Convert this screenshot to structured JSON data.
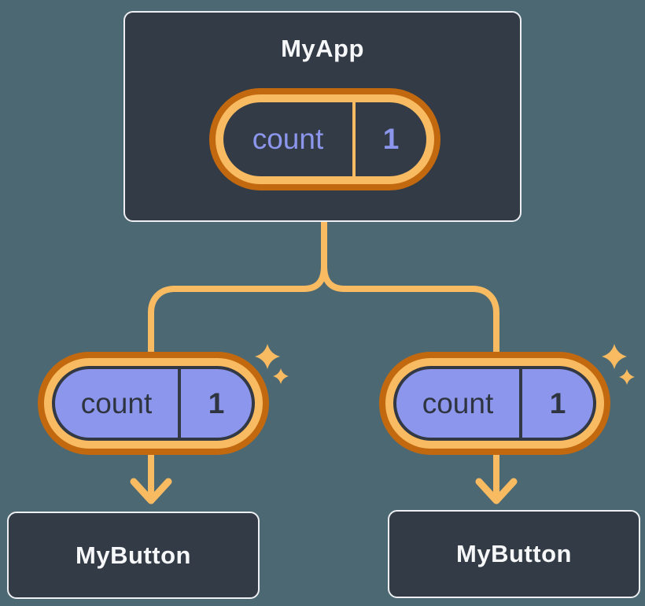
{
  "diagram": {
    "description": "component-tree-state-diagram",
    "colors": {
      "background": "#4C6872",
      "node_fill": "#333B46",
      "node_border": "#EDEFF2",
      "pill_ring_dark_orange": "#C2690F",
      "pill_ring_light_orange": "#F8BB61",
      "pill_purple": "#8C96EC",
      "connector_orange": "#F8BB61",
      "text_light": "#F6F7F9",
      "text_dark": "#2F3540"
    },
    "root": {
      "title": "MyApp",
      "state": {
        "label": "count",
        "value": "1"
      }
    },
    "children": [
      {
        "title": "MyButton",
        "state": {
          "label": "count",
          "value": "1"
        }
      },
      {
        "title": "MyButton",
        "state": {
          "label": "count",
          "value": "1"
        }
      }
    ]
  }
}
